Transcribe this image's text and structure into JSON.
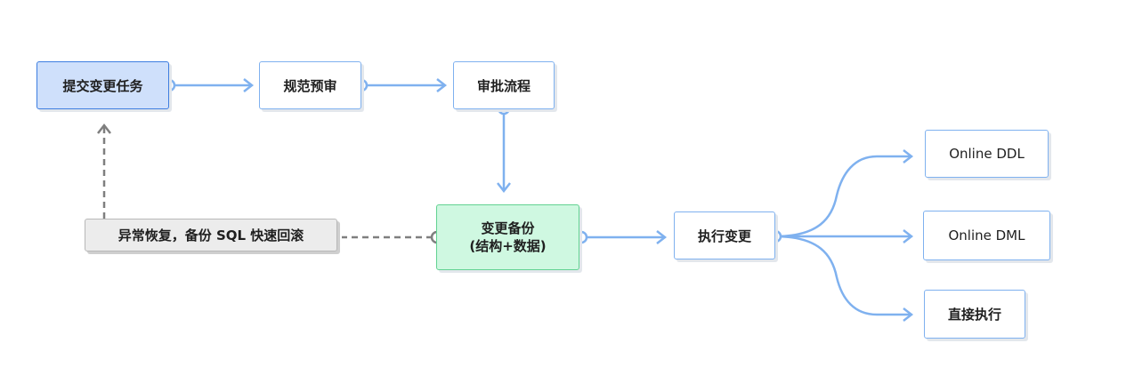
{
  "nodes": {
    "submit": "提交变更任务",
    "precheck": "规范预审",
    "approval": "审批流程",
    "backup_line1": "变更备份",
    "backup_line2": "(结构+数据)",
    "execute": "执行变更",
    "online_ddl": "Online DDL",
    "online_dml": "Online DML",
    "direct": "直接执行",
    "recovery": "异常恢复，备份 SQL 快速回滚"
  },
  "colors": {
    "edge_blue": "#7fb1ef",
    "edge_grey": "#7f7f7f",
    "submit_fill": "#cfe0fb",
    "submit_border": "#3d7de0",
    "backup_fill": "#cff8e1",
    "backup_border": "#62d292",
    "recovery_fill": "#ececec"
  }
}
